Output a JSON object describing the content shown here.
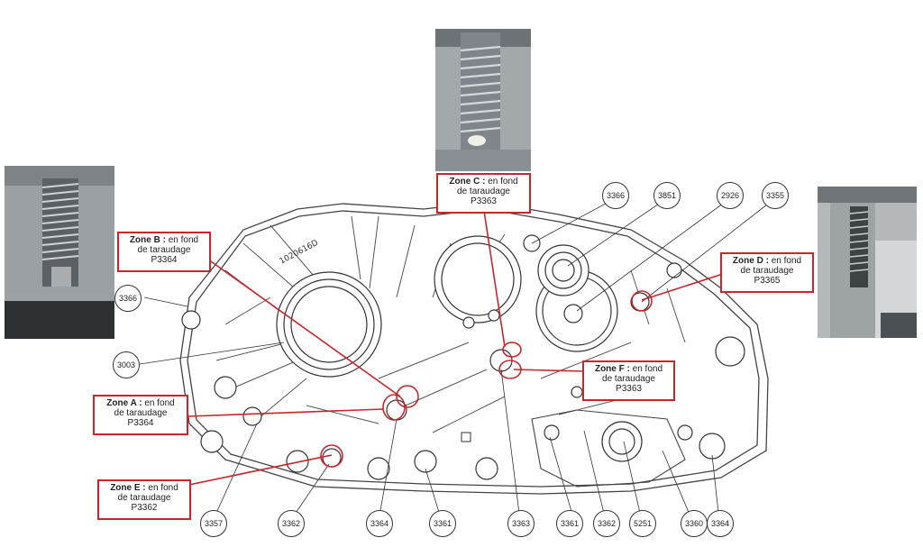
{
  "zones": [
    {
      "id": "A",
      "title": "Zone A :",
      "rest1": "en fond",
      "line2": "de taraudage",
      "line3": "P3364"
    },
    {
      "id": "B",
      "title": "Zone B :",
      "rest1": "en fond",
      "line2": "de taraudage",
      "line3": "P3364"
    },
    {
      "id": "C",
      "title": "Zone C :",
      "rest1": "en fond",
      "line2": "de taraudage",
      "line3": "P3363"
    },
    {
      "id": "D",
      "title": "Zone D :",
      "rest1": "en fond",
      "line2": "de taraudage",
      "line3": "P3365"
    },
    {
      "id": "E",
      "title": "Zone E :",
      "rest1": "en fond",
      "line2": "de taraudage",
      "line3": "P3362"
    },
    {
      "id": "F",
      "title": "Zone F :",
      "rest1": "en fond",
      "line2": "de taraudage",
      "line3": "P3363"
    }
  ],
  "callouts": [
    "3366",
    "3851",
    "2926",
    "3355",
    "3366",
    "3003",
    "3357",
    "3362",
    "3364",
    "3361",
    "3363",
    "3361",
    "3362",
    "5251",
    "3360",
    "3364"
  ],
  "housing_text": "1020616D",
  "colors": {
    "accent": "#c8262b",
    "line": "#333333"
  }
}
